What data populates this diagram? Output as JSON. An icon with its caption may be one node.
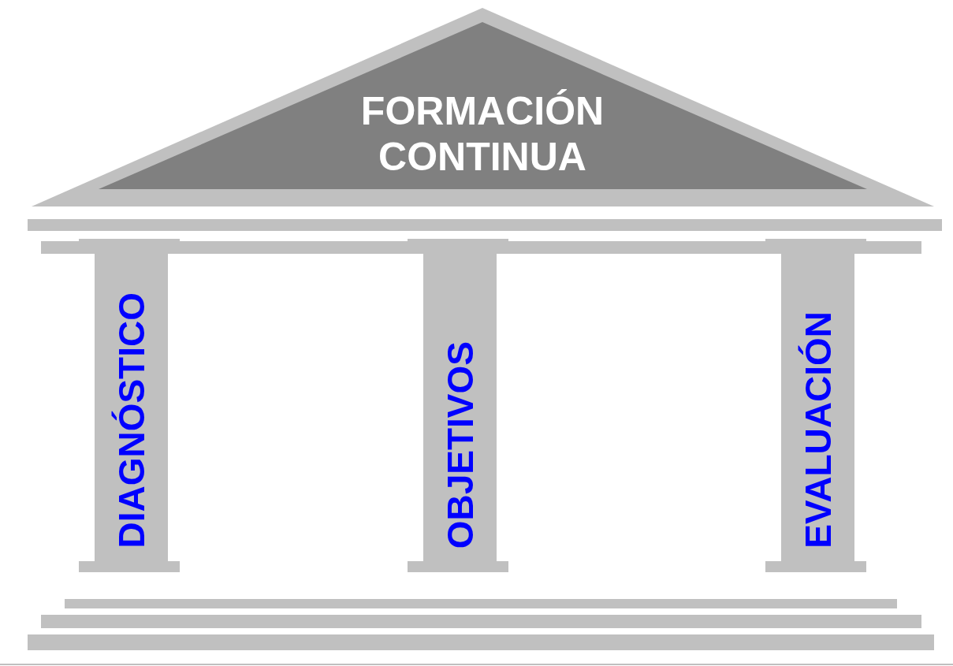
{
  "diagram": {
    "nodes": [
      {
        "text": [
          "FORMACIÓN CONTINUA"
        ]
      },
      {
        "text": [
          "DIAGNÓSTICO"
        ]
      },
      {
        "text": [
          "OBJETIVOS"
        ]
      },
      {
        "text": [
          "EVALUACIÓN"
        ]
      }
    ]
  }
}
